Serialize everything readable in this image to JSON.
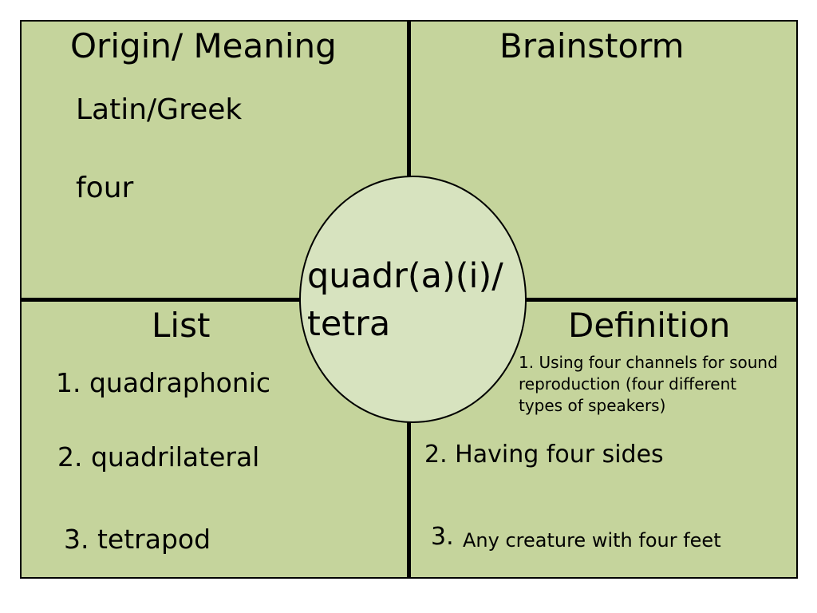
{
  "origin": {
    "title": "Origin/ Meaning",
    "lines": [
      "Latin/Greek",
      "four"
    ]
  },
  "brainstorm": {
    "title": "Brainstorm"
  },
  "center": {
    "line1": "quadr(a)(i)/",
    "line2": "tetra"
  },
  "list": {
    "title": "List",
    "items": [
      "1. quadraphonic",
      "2. quadrilateral",
      "3. tetrapod"
    ]
  },
  "definition": {
    "title": "Definition",
    "items": [
      "1. Using four channels for sound reproduction (four different types of speakers)",
      "2. Having four sides",
      "3.",
      "Any creature with four feet"
    ]
  },
  "colors": {
    "panel": "#c5d49c",
    "circle": "#d7e3bf"
  }
}
